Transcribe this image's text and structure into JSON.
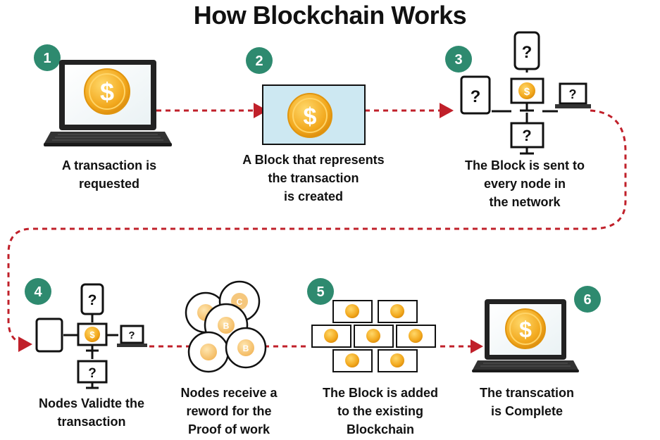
{
  "title": "How Blockchain Works",
  "colors": {
    "badge": "#2e8a6f",
    "arrow": "#c0202a",
    "coin": "#f2a81d",
    "block_fill": "#cde8f2"
  },
  "steps": [
    {
      "number": "1",
      "icon": "laptop-coin-icon",
      "caption": [
        "A transaction is",
        "requested"
      ]
    },
    {
      "number": "2",
      "icon": "block-coin-icon",
      "caption": [
        "A Block that represents",
        "the transaction",
        "is created"
      ]
    },
    {
      "number": "3",
      "icon": "network-nodes-icon",
      "caption": [
        "The Block is sent to",
        "every node in",
        "the network"
      ]
    },
    {
      "number": "4",
      "icon": "validating-nodes-icon",
      "caption": [
        "Nodes Validte the",
        "transaction"
      ]
    },
    {
      "number": "",
      "icon": "reward-coins-icon",
      "caption": [
        "Nodes receive a",
        "reword for the",
        "Proof of work"
      ]
    },
    {
      "number": "5",
      "icon": "blockchain-blocks-icon",
      "caption": [
        "The Block is added",
        "to the existing",
        "Blockchain"
      ]
    },
    {
      "number": "6",
      "icon": "laptop-coin-icon",
      "caption": [
        "The transcation",
        "is Complete"
      ]
    }
  ],
  "glyphs": {
    "dollar": "$",
    "question": "?",
    "bitcoin": "B",
    "cent": "C"
  }
}
